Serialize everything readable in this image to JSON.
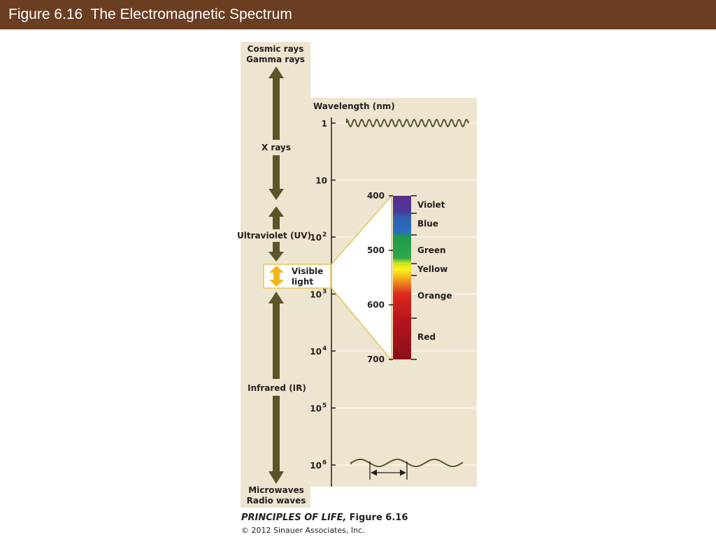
{
  "header": {
    "title": "Figure 6.16  The Electromagnetic Spectrum"
  },
  "colors": {
    "header_bg": "#6b3e22",
    "panel_bg": "#ede5cf",
    "arrow": "#5c5428",
    "visible_arrow": "#f2b51f",
    "callout_border": "#e8c456"
  },
  "diagram": {
    "radiation": {
      "cosmic_gamma": [
        "Cosmic rays",
        "Gamma rays"
      ],
      "x_rays": "X rays",
      "ultraviolet": "Ultraviolet (UV)",
      "visible": [
        "Visible",
        "light"
      ],
      "infrared": "Infrared (IR)",
      "micro_radio": [
        "Microwaves",
        "Radio waves"
      ]
    },
    "wavelength_axis": {
      "title": "Wavelength (nm)",
      "ticks": [
        {
          "base": "1",
          "exp": ""
        },
        {
          "base": "10",
          "exp": ""
        },
        {
          "base": "10",
          "exp": "2"
        },
        {
          "base": "10",
          "exp": "3"
        },
        {
          "base": "10",
          "exp": "4"
        },
        {
          "base": "10",
          "exp": "5"
        },
        {
          "base": "10",
          "exp": "6"
        }
      ]
    },
    "visible_spectrum": {
      "ticks": [
        "400",
        "500",
        "600",
        "700"
      ],
      "colors": [
        {
          "name": "Violet"
        },
        {
          "name": "Blue"
        },
        {
          "name": "Green"
        },
        {
          "name": "Yellow"
        },
        {
          "name": "Orange"
        },
        {
          "name": "Red"
        }
      ]
    }
  },
  "footer": {
    "book": "PRINCIPLES OF LIFE,",
    "figure": "Figure 6.16",
    "copyright": "© 2012 Sinauer Associates, Inc."
  }
}
